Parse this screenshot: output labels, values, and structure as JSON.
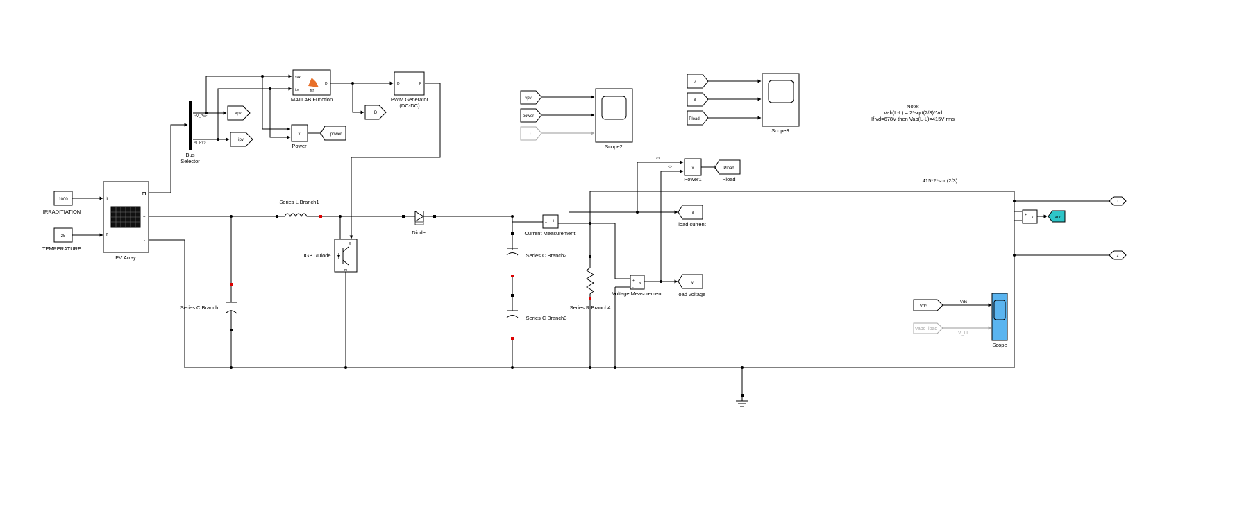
{
  "canvas": {
    "background": "#ffffff",
    "accent_cyan": "#2ec5c8",
    "scope_blue": "#5ab4ef"
  },
  "blocks": {
    "irradiation": {
      "value": "1000",
      "label": "IRRADITIATION"
    },
    "temperature": {
      "value": "25",
      "label": "TEMPERATURE"
    },
    "pv_array": {
      "label": "PV Array",
      "port_ir": "Ir",
      "port_t": "T",
      "port_m": "m",
      "port_plus": "+",
      "port_minus": "-"
    },
    "bus_selector": {
      "label_line1": "Bus",
      "label_line2": "Selector",
      "sig1": "<V_PV>",
      "sig2": "<I_PV>"
    },
    "goto_vpv": "vpv",
    "goto_ipv": "ipv",
    "matlab_function": {
      "label": "MATLAB Function",
      "in1": "vpv",
      "in2": "ipv",
      "out": "D",
      "fcn": "fcn"
    },
    "goto_d": "D",
    "product_power": {
      "symbol": "x",
      "label": "Power"
    },
    "goto_power": "power",
    "pwm_generator": {
      "label_line1": "PWM Generator",
      "label_line2": "(DC-DC)",
      "in": "D",
      "out": "P"
    },
    "from_vpv": "vpv",
    "from_power": "power",
    "from_d": "D",
    "scope2": {
      "label": "Scope2"
    },
    "from_vl": "vl",
    "from_il": "il",
    "from_pload": "Pload",
    "scope3": {
      "label": "Scope3"
    },
    "note": {
      "line1": "Note:",
      "line2": "Vab(L-L) = 2*sqrt(2/3)*Vd",
      "line3": "If vd=678V then  Vab(L-L)=415V rms"
    },
    "product_power1": {
      "symbol": "x",
      "label": "Power1",
      "sig_a": "<>",
      "sig_b": "<>"
    },
    "goto_pload": {
      "text": "Pload",
      "label": "Pload"
    },
    "gain_label": "415*2*sqrt(2/3)",
    "series_l": "Series L Branch1",
    "diode": "Diode",
    "igbt": "IGBT/Diode",
    "current_measurement": {
      "label": "Current Measurement",
      "sign": "+",
      "sym": "i"
    },
    "goto_il": {
      "text": "il",
      "label": "load current"
    },
    "voltage_measurement": {
      "label": "Voltage Measurement",
      "sym": "v"
    },
    "goto_vl": {
      "text": "vl",
      "label": "load voltage"
    },
    "series_c": "Series C Branch",
    "series_c2": "Series C Branch2",
    "series_c3": "Series C Branch3",
    "series_r4": "Series R Branch4",
    "port_out1": "1",
    "port_out2": "2",
    "vmeas_dc": {
      "sym": "v"
    },
    "goto_vdc": "Vdc",
    "from_vdc": {
      "text": "Vdc",
      "signal": "Vdc"
    },
    "from_vabc": {
      "text": "Vabc_load",
      "signal": "V_LL"
    },
    "scope": {
      "label": "Scope"
    }
  }
}
